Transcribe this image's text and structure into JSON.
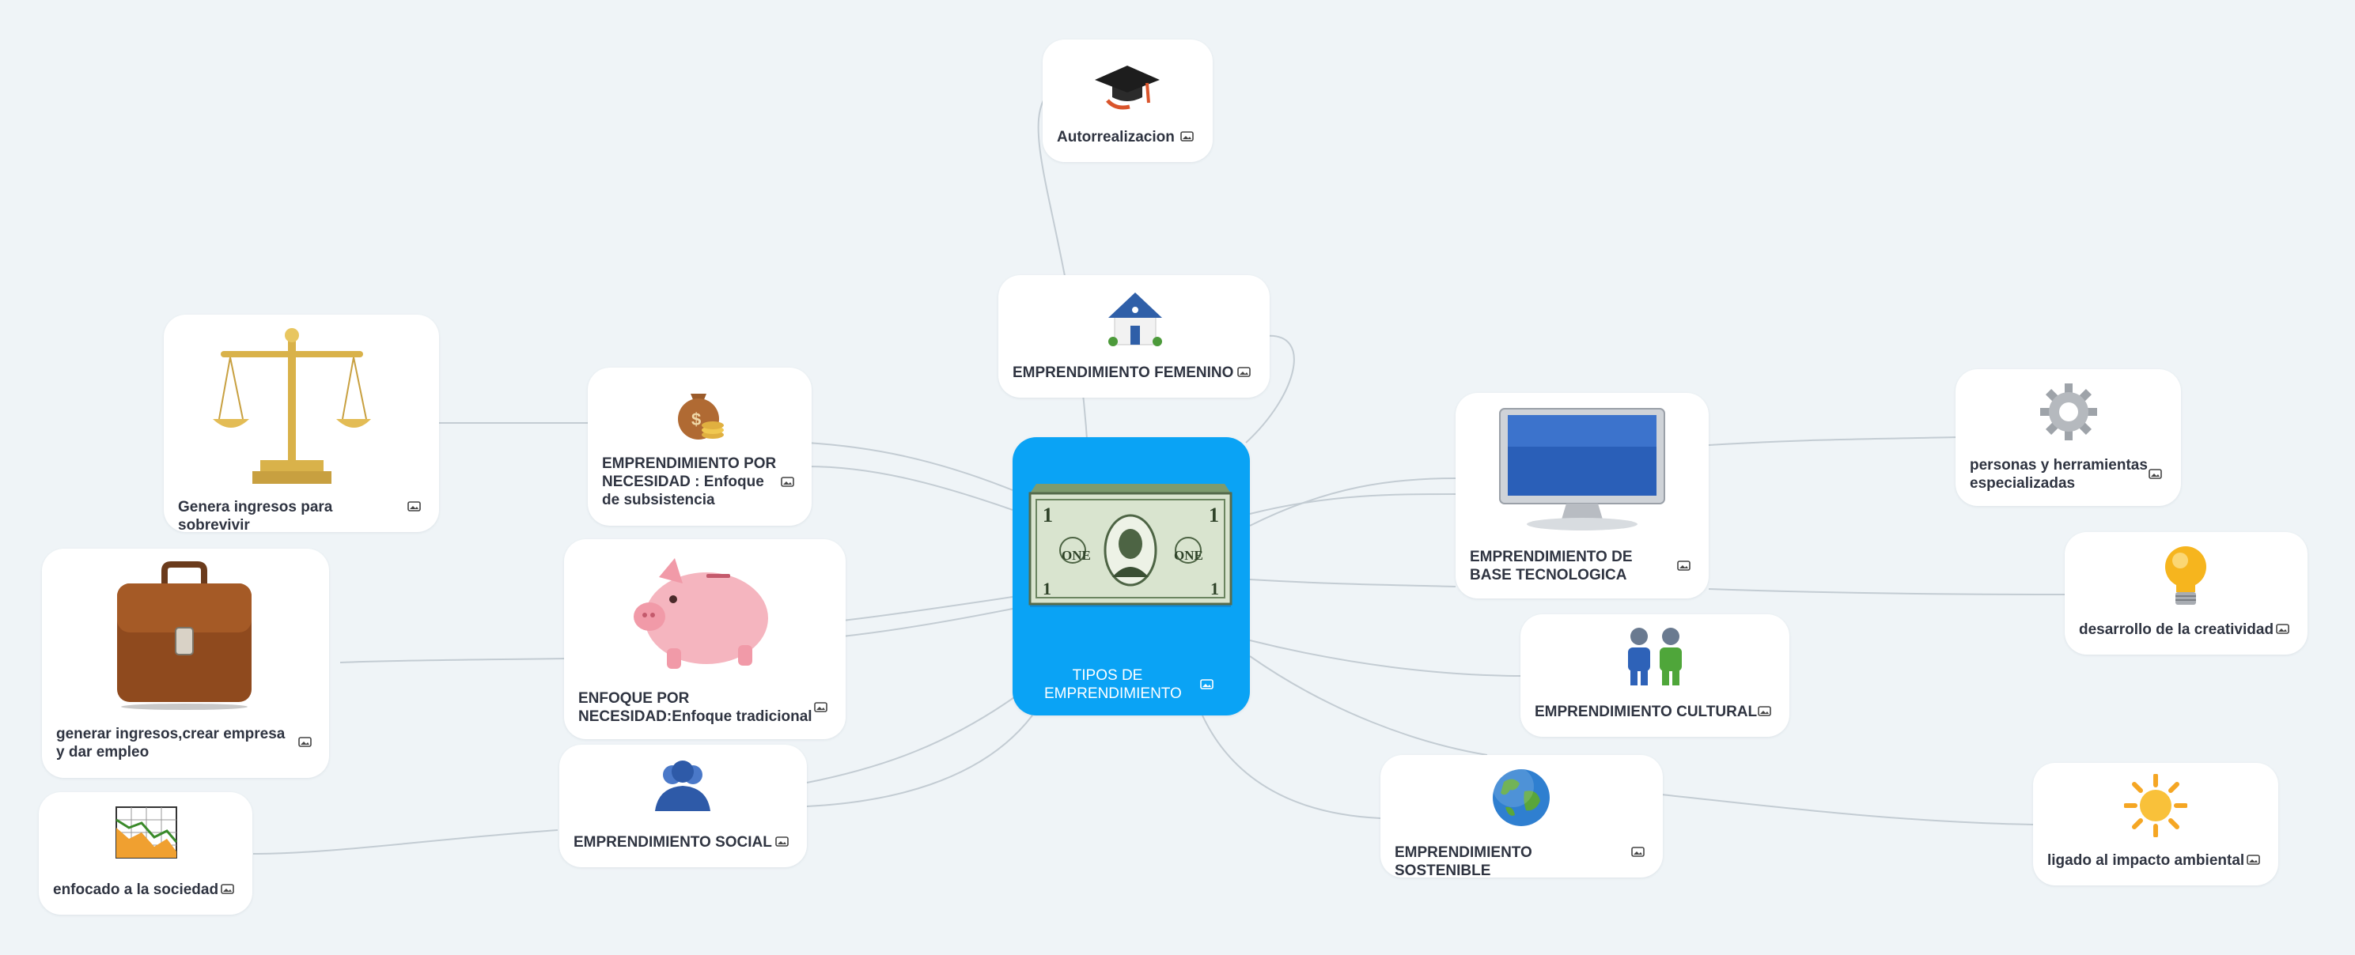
{
  "map": {
    "central": "TIPOS DE EMPRENDIMIENTO",
    "nodes": {
      "autorrealizacion": "Autorrealizacion",
      "femenino": "EMPRENDIMIENTO FEMENINO",
      "necesidad": "EMPRENDIMIENTO POR NECESIDAD : Enfoque de subsistencia",
      "enfoque": "ENFOQUE POR NECESIDAD:Enfoque tradicional",
      "social": "EMPRENDIMIENTO SOCIAL",
      "sobrevivir": "Genera ingresos para sobrevivir",
      "generar": "generar ingresos,crear empresa y dar empleo",
      "sociedad": "enfocado a la sociedad",
      "tecnologica": "EMPRENDIMIENTO DE BASE TECNOLOGICA",
      "cultural": "EMPRENDIMIENTO CULTURAL",
      "sostenible": "EMPRENDIMIENTO SOSTENIBLE",
      "personas": "personas y herramientas especializadas",
      "creatividad": "desarrollo de la creatividad",
      "ambiental": "ligado al impacto ambiental"
    }
  },
  "colors": {
    "background": "#eff4f7",
    "center": "#0aa3f5",
    "card": "#ffffff",
    "link": "#c3ccd3"
  },
  "icons": [
    "dollar-bill-icon",
    "graduation-cap-icon",
    "house-icon",
    "money-bag-icon",
    "piggy-bank-icon",
    "people-icon",
    "scales-icon",
    "briefcase-icon",
    "chart-icon",
    "monitor-icon",
    "two-people-icon",
    "globe-icon",
    "gear-icon",
    "lightbulb-icon",
    "sun-icon",
    "image-icon"
  ]
}
